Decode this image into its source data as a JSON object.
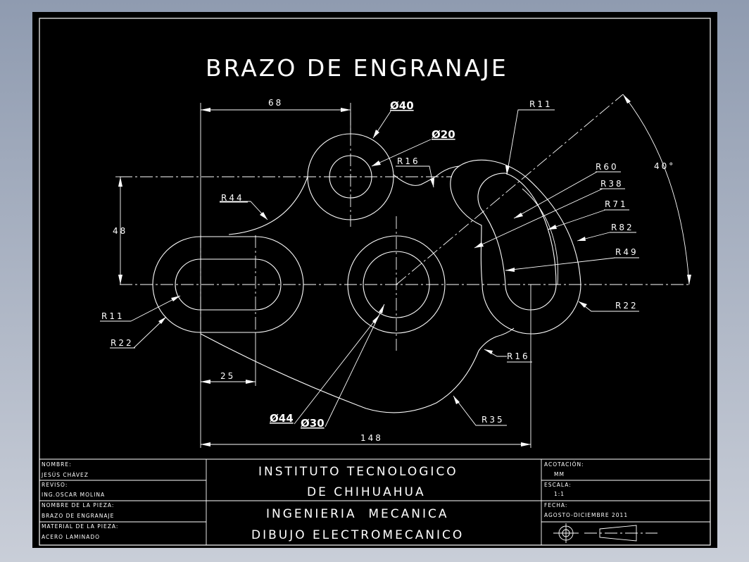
{
  "drawing": {
    "title": "BRAZO DE ENGRANAJE",
    "dimensions": {
      "d68": "68",
      "d48": "48",
      "d25": "25",
      "d148": "148",
      "phi40": "Ø40",
      "phi20": "Ø20",
      "phi44": "Ø44",
      "phi30": "Ø30",
      "r11_top": "R11",
      "r16_top": "R16",
      "r44": "R44",
      "r60": "R60",
      "r38": "R38",
      "r71": "R71",
      "r82": "R82",
      "r49": "R49",
      "r22_right": "R22",
      "r16_bottom": "R16",
      "r35": "R35",
      "r11_left": "R11",
      "r22_left": "R22",
      "angle40": "40°"
    }
  },
  "titleblock": {
    "nombre_label": "NOMBRE:",
    "nombre_value": "JESÚS CHÁVEZ",
    "reviso_label": "REVISO:",
    "reviso_value": "ING.OSCAR MOLINA",
    "pieza_label": "NOMBRE DE LA PIEZA:",
    "pieza_value": "BRAZO DE ENGRANAJE",
    "material_label": "MATERIAL DE LA PIEZA:",
    "material_value": "ACERO LAMINADO",
    "institute_line1": "INSTITUTO TECNOLOGICO",
    "institute_line2": "DE CHIHUAHUA",
    "career": "INGENIERIA  MECANICA",
    "course": "DIBUJO ELECTROMECANICO",
    "acotacion_label": "ACOTACIÓN:",
    "acotacion_value": "MM",
    "escala_label": "ESCALA:",
    "escala_value": "1:1",
    "fecha_label": "FECHA:",
    "fecha_value": "AGOSTO-DICIEMBRE 2011"
  }
}
